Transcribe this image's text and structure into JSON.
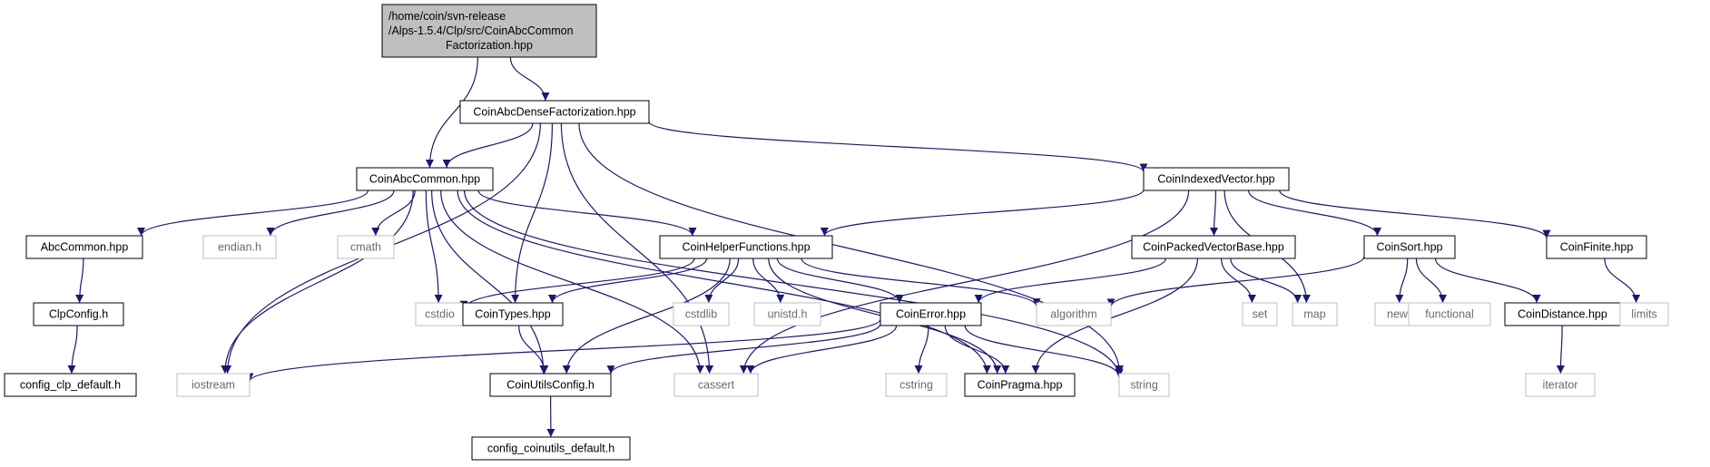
{
  "graph": {
    "colors": {
      "edge": "#191970",
      "root_fill": "#bfbfbf",
      "node_border": "#000000",
      "ext_border": "#bfbfbf",
      "ext_text": "#6b6b6b"
    },
    "nodes": [
      {
        "id": "root",
        "lines": [
          "/home/coin/svn-release",
          "/Alps-1.5.4/Clp/src/CoinAbcCommon",
          "Factorization.hpp"
        ],
        "kind": "root"
      },
      {
        "id": "densefact",
        "lines": [
          "CoinAbcDenseFactorization.hpp"
        ],
        "kind": "file"
      },
      {
        "id": "abccommonhpp",
        "lines": [
          "CoinAbcCommon.hpp"
        ],
        "kind": "file"
      },
      {
        "id": "indexedvector",
        "lines": [
          "CoinIndexedVector.hpp"
        ],
        "kind": "file"
      },
      {
        "id": "abccommon",
        "lines": [
          "AbcCommon.hpp"
        ],
        "kind": "file"
      },
      {
        "id": "endian",
        "lines": [
          "endian.h"
        ],
        "kind": "ext"
      },
      {
        "id": "cmath",
        "lines": [
          "cmath"
        ],
        "kind": "ext"
      },
      {
        "id": "helperfunctions",
        "lines": [
          "CoinHelperFunctions.hpp"
        ],
        "kind": "file"
      },
      {
        "id": "packedvectorbase",
        "lines": [
          "CoinPackedVectorBase.hpp"
        ],
        "kind": "file"
      },
      {
        "id": "coinsort",
        "lines": [
          "CoinSort.hpp"
        ],
        "kind": "file"
      },
      {
        "id": "coinfinite",
        "lines": [
          "CoinFinite.hpp"
        ],
        "kind": "file"
      },
      {
        "id": "clpconfig",
        "lines": [
          "ClpConfig.h"
        ],
        "kind": "file"
      },
      {
        "id": "cstdio",
        "lines": [
          "cstdio"
        ],
        "kind": "ext"
      },
      {
        "id": "cointypes",
        "lines": [
          "CoinTypes.hpp"
        ],
        "kind": "file"
      },
      {
        "id": "cstdlib",
        "lines": [
          "cstdlib"
        ],
        "kind": "ext"
      },
      {
        "id": "unistd",
        "lines": [
          "unistd.h"
        ],
        "kind": "ext"
      },
      {
        "id": "coinerror",
        "lines": [
          "CoinError.hpp"
        ],
        "kind": "file"
      },
      {
        "id": "algorithm",
        "lines": [
          "algorithm"
        ],
        "kind": "ext"
      },
      {
        "id": "set",
        "lines": [
          "set"
        ],
        "kind": "ext"
      },
      {
        "id": "map",
        "lines": [
          "map"
        ],
        "kind": "ext"
      },
      {
        "id": "new",
        "lines": [
          "new"
        ],
        "kind": "ext"
      },
      {
        "id": "functional",
        "lines": [
          "functional"
        ],
        "kind": "ext"
      },
      {
        "id": "coindistance",
        "lines": [
          "CoinDistance.hpp"
        ],
        "kind": "file"
      },
      {
        "id": "limits",
        "lines": [
          "limits"
        ],
        "kind": "ext"
      },
      {
        "id": "configclp",
        "lines": [
          "config_clp_default.h"
        ],
        "kind": "file"
      },
      {
        "id": "iostream",
        "lines": [
          "iostream"
        ],
        "kind": "ext"
      },
      {
        "id": "coinutilsconfig",
        "lines": [
          "CoinUtilsConfig.h"
        ],
        "kind": "file"
      },
      {
        "id": "cassert",
        "lines": [
          "cassert"
        ],
        "kind": "ext"
      },
      {
        "id": "cstring",
        "lines": [
          "cstring"
        ],
        "kind": "ext"
      },
      {
        "id": "coinpragma",
        "lines": [
          "CoinPragma.hpp"
        ],
        "kind": "file"
      },
      {
        "id": "string",
        "lines": [
          "string"
        ],
        "kind": "ext"
      },
      {
        "id": "iterator",
        "lines": [
          "iterator"
        ],
        "kind": "ext"
      },
      {
        "id": "configcoinutils",
        "lines": [
          "config_coinutils_default.h"
        ],
        "kind": "file"
      }
    ],
    "edges": [
      {
        "from": "root",
        "to": "densefact"
      },
      {
        "from": "root",
        "to": "abccommonhpp"
      },
      {
        "from": "densefact",
        "to": "abccommonhpp"
      },
      {
        "from": "densefact",
        "to": "indexedvector"
      },
      {
        "from": "densefact",
        "to": "iostream"
      },
      {
        "from": "densefact",
        "to": "cointypes"
      },
      {
        "from": "densefact",
        "to": "cassert"
      },
      {
        "from": "densefact",
        "to": "string"
      },
      {
        "from": "abccommonhpp",
        "to": "abccommon"
      },
      {
        "from": "abccommonhpp",
        "to": "endian"
      },
      {
        "from": "abccommonhpp",
        "to": "cmath"
      },
      {
        "from": "abccommonhpp",
        "to": "helperfunctions"
      },
      {
        "from": "abccommonhpp",
        "to": "cstdio"
      },
      {
        "from": "abccommonhpp",
        "to": "iostream"
      },
      {
        "from": "abccommonhpp",
        "to": "coinutilsconfig"
      },
      {
        "from": "abccommonhpp",
        "to": "cassert"
      },
      {
        "from": "abccommonhpp",
        "to": "coinpragma"
      },
      {
        "from": "abccommonhpp",
        "to": "string"
      },
      {
        "from": "abccommon",
        "to": "clpconfig"
      },
      {
        "from": "clpconfig",
        "to": "configclp"
      },
      {
        "from": "indexedvector",
        "to": "helperfunctions"
      },
      {
        "from": "indexedvector",
        "to": "packedvectorbase"
      },
      {
        "from": "indexedvector",
        "to": "coinsort"
      },
      {
        "from": "indexedvector",
        "to": "coinfinite"
      },
      {
        "from": "indexedvector",
        "to": "map"
      },
      {
        "from": "indexedvector",
        "to": "cassert"
      },
      {
        "from": "helperfunctions",
        "to": "cstdio"
      },
      {
        "from": "helperfunctions",
        "to": "cointypes"
      },
      {
        "from": "helperfunctions",
        "to": "cstdlib"
      },
      {
        "from": "helperfunctions",
        "to": "unistd"
      },
      {
        "from": "helperfunctions",
        "to": "coinerror"
      },
      {
        "from": "helperfunctions",
        "to": "algorithm"
      },
      {
        "from": "helperfunctions",
        "to": "coinutilsconfig"
      },
      {
        "from": "helperfunctions",
        "to": "coinpragma"
      },
      {
        "from": "packedvectorbase",
        "to": "coinerror"
      },
      {
        "from": "packedvectorbase",
        "to": "set"
      },
      {
        "from": "packedvectorbase",
        "to": "map"
      },
      {
        "from": "packedvectorbase",
        "to": "coinpragma"
      },
      {
        "from": "coinsort",
        "to": "algorithm"
      },
      {
        "from": "coinsort",
        "to": "new"
      },
      {
        "from": "coinsort",
        "to": "functional"
      },
      {
        "from": "coinsort",
        "to": "coindistance"
      },
      {
        "from": "coinfinite",
        "to": "limits"
      },
      {
        "from": "cointypes",
        "to": "coinutilsconfig"
      },
      {
        "from": "coinerror",
        "to": "iostream"
      },
      {
        "from": "coinerror",
        "to": "coinutilsconfig"
      },
      {
        "from": "coinerror",
        "to": "cassert"
      },
      {
        "from": "coinerror",
        "to": "cstring"
      },
      {
        "from": "coinerror",
        "to": "coinpragma"
      },
      {
        "from": "coinerror",
        "to": "string"
      },
      {
        "from": "coindistance",
        "to": "iterator"
      },
      {
        "from": "coinutilsconfig",
        "to": "configcoinutils"
      }
    ]
  }
}
